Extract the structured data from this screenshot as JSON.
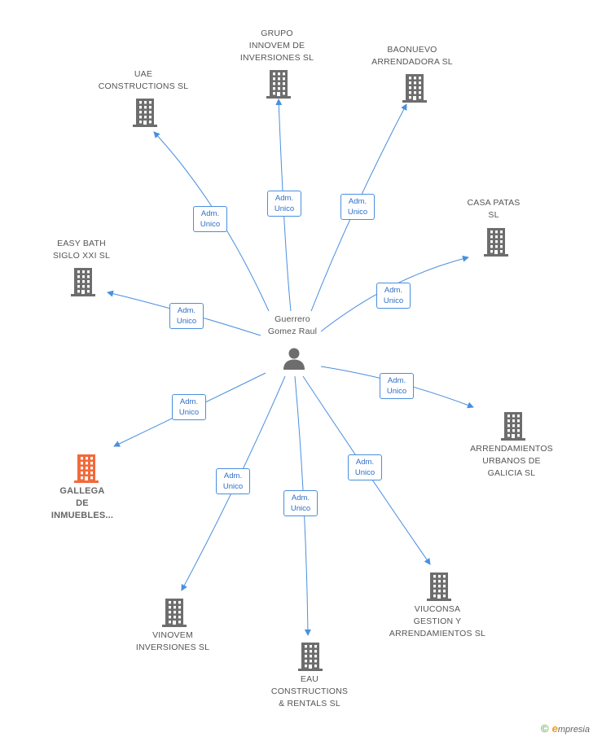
{
  "colors": {
    "edge": "#4a8fdd",
    "building": "#6d6d6d",
    "highlight": "#f26a3b",
    "person": "#6d6d6d"
  },
  "center": {
    "lines": [
      "Guerrero",
      "Gomez Raul"
    ],
    "icon": "person-icon"
  },
  "edge_label": [
    "Adm.",
    "Unico"
  ],
  "companies": [
    {
      "id": "grupo-innovem",
      "lines": [
        "GRUPO",
        "INNOVEM DE",
        "INVERSIONES SL"
      ],
      "highlight": false
    },
    {
      "id": "baonuevo",
      "lines": [
        "BAONUEVO",
        "ARRENDADORA SL"
      ],
      "highlight": false
    },
    {
      "id": "uae",
      "lines": [
        "UAE",
        "CONSTRUCTIONS SL"
      ],
      "highlight": false
    },
    {
      "id": "casa-patas",
      "lines": [
        "CASA PATAS",
        "SL"
      ],
      "highlight": false
    },
    {
      "id": "easy-bath",
      "lines": [
        "EASY BATH",
        "SIGLO XXI SL"
      ],
      "highlight": false
    },
    {
      "id": "arrendamientos-urbanos",
      "lines": [
        "ARRENDAMIENTOS",
        "URBANOS DE",
        "GALICIA SL"
      ],
      "highlight": false
    },
    {
      "id": "gallega",
      "lines": [
        "GALLEGA",
        "DE",
        "INMUEBLES..."
      ],
      "highlight": true
    },
    {
      "id": "viuconsa",
      "lines": [
        "VIUCONSA",
        "GESTION Y",
        "ARRENDAMIENTOS SL"
      ],
      "highlight": false
    },
    {
      "id": "vinovem",
      "lines": [
        "VINOVEM",
        "INVERSIONES SL"
      ],
      "highlight": false
    },
    {
      "id": "eau",
      "lines": [
        "EAU",
        "CONSTRUCTIONS",
        "& RENTALS SL"
      ],
      "highlight": false
    }
  ],
  "brand": {
    "copyright": "©",
    "e": "e",
    "name": "mpresia"
  }
}
